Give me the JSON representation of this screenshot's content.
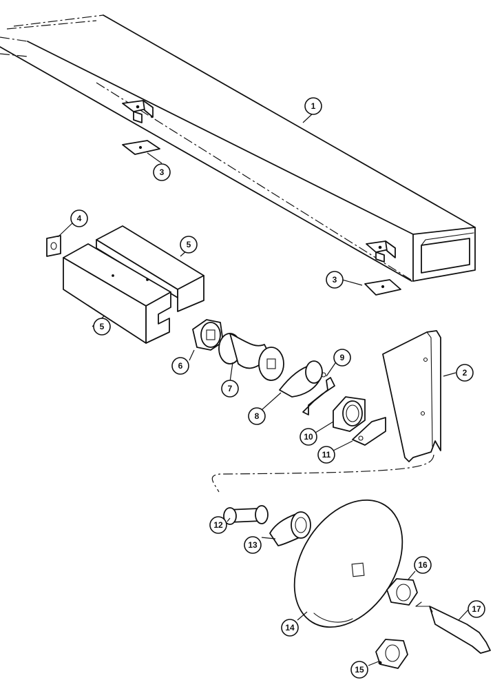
{
  "diagram": {
    "type": "exploded-parts-view",
    "callouts": [
      {
        "id": "c1",
        "label": "1"
      },
      {
        "id": "c2",
        "label": "2"
      },
      {
        "id": "c3a",
        "label": "3"
      },
      {
        "id": "c3b",
        "label": "3"
      },
      {
        "id": "c4",
        "label": "4"
      },
      {
        "id": "c5a",
        "label": "5"
      },
      {
        "id": "c5b",
        "label": "5"
      },
      {
        "id": "c6",
        "label": "6"
      },
      {
        "id": "c7",
        "label": "7"
      },
      {
        "id": "c8",
        "label": "8"
      },
      {
        "id": "c9",
        "label": "9"
      },
      {
        "id": "c10",
        "label": "10"
      },
      {
        "id": "c11",
        "label": "11"
      },
      {
        "id": "c12",
        "label": "12"
      },
      {
        "id": "c13",
        "label": "13"
      },
      {
        "id": "c14",
        "label": "14"
      },
      {
        "id": "c15",
        "label": "15"
      },
      {
        "id": "c16",
        "label": "16"
      },
      {
        "id": "c17",
        "label": "17"
      }
    ]
  }
}
